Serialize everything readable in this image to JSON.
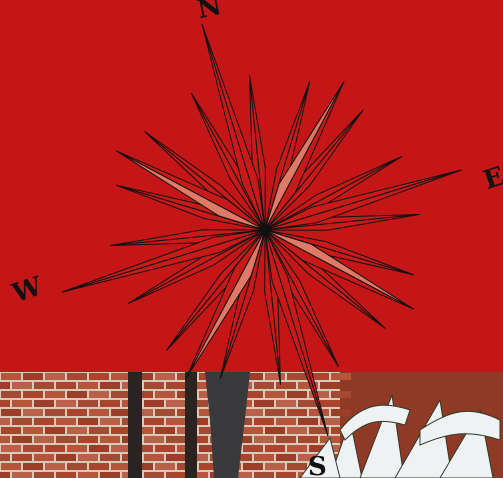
{
  "compass": {
    "north_label": "N",
    "east_label": "E",
    "south_label": "S",
    "west_label": "W"
  },
  "colors": {
    "background_red": "#c41616",
    "rose_fill": "#c91a1a",
    "rose_highlight": "#de7a66",
    "line": "#111111",
    "brick": "#a8452c",
    "mortar": "#d9c9b8",
    "snow": "#eef2f3"
  },
  "icons": {
    "rose": "compass-rose-icon"
  }
}
